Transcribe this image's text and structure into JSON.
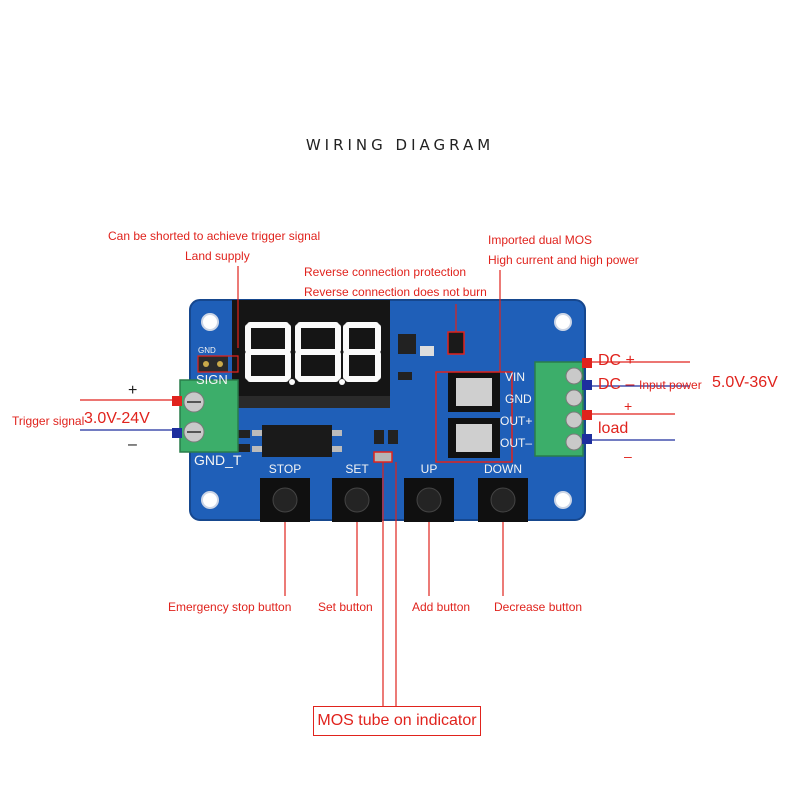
{
  "title": "WIRING DIAGRAM",
  "annotations": {
    "shorted_line1": "Can be shorted to achieve trigger signal",
    "shorted_line2": "Land supply",
    "reverse_line1": "Reverse connection protection",
    "reverse_line2": "Reverse connection does not burn",
    "mos_line1": "Imported dual MOS",
    "mos_line2": "High current and high power",
    "emergency": "Emergency stop button",
    "set": "Set button",
    "add": "Add button",
    "decrease": "Decrease button",
    "mos_indicator": "MOS tube on indicator"
  },
  "left_side": {
    "plus": "+",
    "minus": "–",
    "trigger_label": "Trigger signal",
    "trigger_range": "3.0V-24V"
  },
  "right_side": {
    "dc_plus": "DC +",
    "dc_minus": "DC –",
    "input_power": "Input power",
    "input_range": "5.0V-36V",
    "load_plus": "+",
    "load": "load",
    "load_minus": "–"
  },
  "board": {
    "display": "8.8.8",
    "terminal_labels": [
      "VIN",
      "GND",
      "OUT+",
      "OUT–"
    ],
    "sign": "SIGN",
    "gnd_t": "GND_T",
    "gnd_small": "GND",
    "buttons": [
      "STOP",
      "SET",
      "UP",
      "DOWN"
    ]
  },
  "colors": {
    "pcb": "#1f5fb8",
    "annotation_red": "#e0231d",
    "terminal_green": "#3cae6a",
    "display_red": "#ffffff"
  }
}
